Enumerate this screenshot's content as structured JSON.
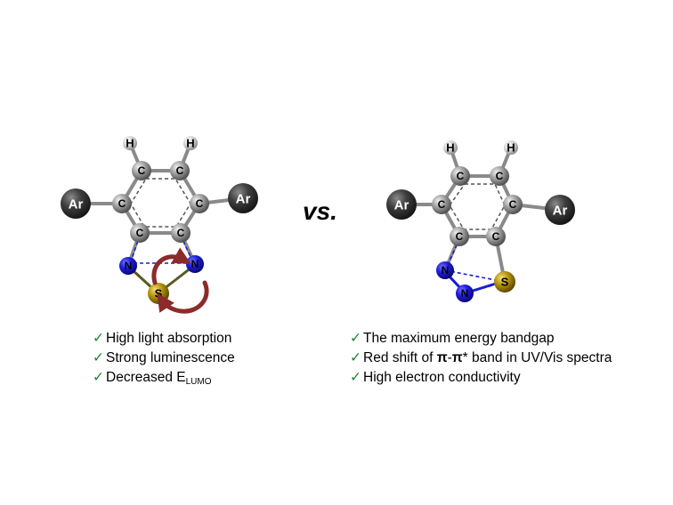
{
  "vs_label": "vs.",
  "icons": {
    "check": "checkmark-icon",
    "arrow": "curved-arrow-icon"
  },
  "colors": {
    "carbon": "#8e8e8e",
    "hydrogen": "#d8d8d8",
    "aryl": "#3c3c3c",
    "nitrogen": "#1a1ad6",
    "sulfur": "#b09010",
    "arrow": "#8b2b2b",
    "check": "#1b8a2e"
  },
  "left_molecule": {
    "atoms": {
      "h": "H",
      "c": "C",
      "ar": "Ar",
      "n": "N",
      "s": "S"
    }
  },
  "right_molecule": {
    "atoms": {
      "h": "H",
      "c": "C",
      "ar": "Ar",
      "n": "N",
      "s": "S"
    }
  },
  "left_properties": {
    "item1": "High light absorption",
    "item2": "Strong luminescence",
    "item3_main": "Decreased E",
    "item3_sub": "LUMO"
  },
  "right_properties": {
    "item1": "The maximum energy bandgap",
    "item2_pre": "Red shift of ",
    "item2_pi1": "π",
    "item2_dash": "-",
    "item2_pi2": "π",
    "item2_post": "* band in UV/Vis spectra",
    "item3": "High electron conductivity"
  },
  "check_glyph": "✓"
}
